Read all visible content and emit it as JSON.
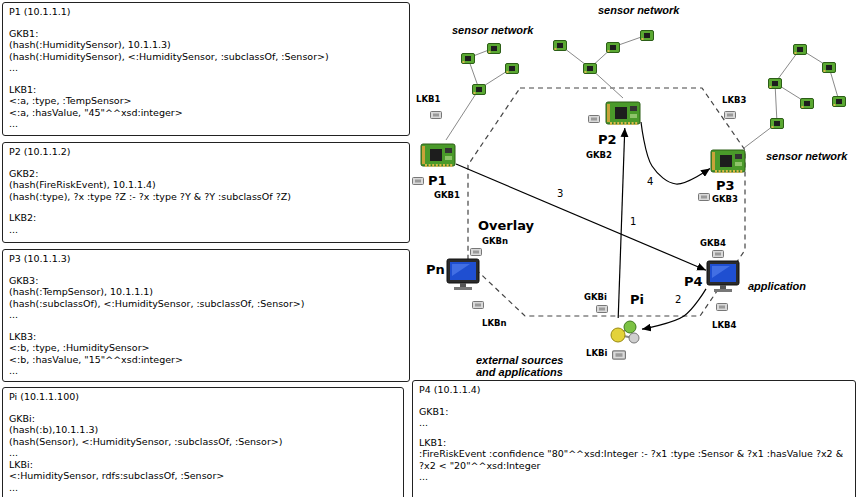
{
  "diagram": {
    "nodes": [
      {
        "text": [
          "P1 (10.1.1.1)",
          "GKB1:",
          "(hash(:HumiditySensor), 10.1.1.3)",
          "(hash(:HumiditySensor), <:HumiditySensor, :subclassOf, :Sensor>)",
          "...",
          "LKB1:",
          "<:a, :type, :TempSensor>",
          "<:a, :hasValue, \"45\"^^xsd:integer>",
          "..."
        ]
      },
      {
        "text": [
          "P2 (10.1.1.2)",
          "GKB2:",
          "(hash(FireRiskEvent), 10.1.1.4)",
          "(hash(:type), ?x :type ?Z :- ?x :type ?Y & ?Y :subclassOf ?Z)",
          "LKB2:",
          "..."
        ]
      },
      {
        "text": [
          "P3 (10.1.1.3)",
          "GKB3:",
          "(hash(:TempSensor), 10.1.1.1)",
          "(hash(:subclassOf), <:HumiditySensor, :subclassOf, :Sensor>)",
          "...",
          "LKB3:",
          "<:b, :type, :HumiditySensor>",
          "<:b, :hasValue, \"15\"^^xsd:integer>",
          "..."
        ]
      },
      {
        "text": [
          "Pi (10.1.1.100)",
          "GKBi:",
          "(hash(:b),10.1.1.3)",
          "(hash(Sensor), <:HumiditySensor, :subclassOf, :Sensor>)",
          "...",
          "LKBi:",
          "<:HumiditySensor, rdfs:subclassOf, :Sensor>",
          "..."
        ]
      },
      {
        "text": [
          "LKB1",
          "P1",
          "GKB1"
        ]
      },
      {
        "text": [
          "P2",
          "GKB2"
        ]
      },
      {
        "text": [
          "LKB3",
          "P3",
          "GKB3"
        ]
      },
      {
        "text": [
          "GKBn",
          "Pn",
          "LKBn"
        ]
      },
      {
        "text": [
          "GKB4",
          "P4",
          "LKB4"
        ]
      },
      {
        "text": [
          "GKBi",
          "Pi",
          "LKBi"
        ]
      },
      {
        "text": [
          "P4 (10.1.1.4)",
          "GKB1:",
          "...",
          "LKB1:",
          ":FireRiskEvent :confidence \"80\"^^xsd:Integer :- ?x1 :type :Sensor & ?x1 :hasValue ?x2 & ?x2 < \"20\"^^xsd:Integer",
          "..."
        ]
      }
    ],
    "edges": [
      {
        "from": 9,
        "to": 5,
        "label": "1",
        "arrow": "to"
      },
      {
        "from": 8,
        "to": 9,
        "label": "2",
        "arrow": "to"
      },
      {
        "from": 4,
        "to": 8,
        "label": "3",
        "arrow": "to"
      },
      {
        "from": 5,
        "to": 6,
        "label": "4",
        "arrow": "to"
      }
    ],
    "labels": [
      "sensor network",
      "sensor network",
      "sensor network",
      "Overlay",
      "application",
      "external sources and applications"
    ]
  }
}
